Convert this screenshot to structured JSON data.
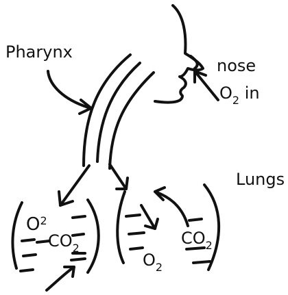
{
  "labels": {
    "pharynx": "Pharynx",
    "nose": "nose",
    "o2_in": "O",
    "o2_in_sub": "2",
    "o2_in_suffix": " in",
    "lungs": "Lungs"
  },
  "lung_left": {
    "o2": "O",
    "o2_sub": "2",
    "co2": "CO",
    "co2_sub": "2"
  },
  "lung_right": {
    "co2": "CO",
    "co2_sub": "2",
    "o2": "O",
    "o2_sub": "2"
  },
  "colors": {
    "ink": "#111111",
    "background": "#ffffff"
  }
}
